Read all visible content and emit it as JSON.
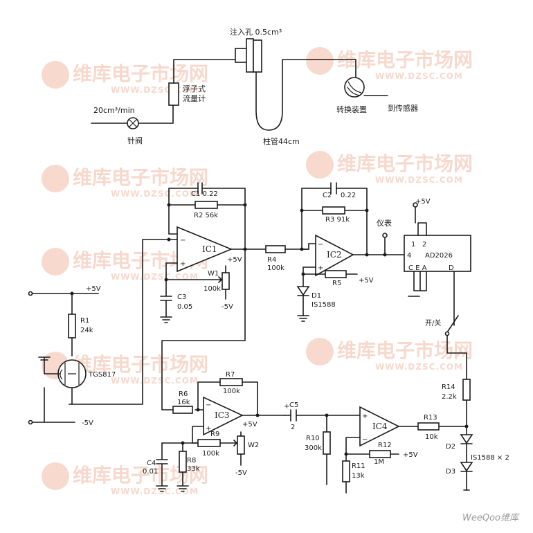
{
  "watermark": {
    "text": "维库电子市场网",
    "url": "WWW.DZSC.COM"
  },
  "brand": {
    "text": "WeeQoo维库"
  },
  "gas": {
    "inject_port": "注入孔 0.5cm³",
    "flow_meter": "浮子式\n流量计",
    "flow_rate": "20cm³/min",
    "needle_valve": "针阀",
    "column": "柱管44cm",
    "switch_valve": "转换装置",
    "to_sensor": "到传感器"
  },
  "labels": {
    "c1": "C1 0.22",
    "r2": "R2  56k",
    "ic1": "IC1",
    "r4": "R4",
    "r4v": "100k",
    "w1": "W1",
    "w1v": "100k",
    "plus5_w1": "+5V",
    "minus5_w1": "-5V",
    "c3": "C3",
    "c3v": "0.05",
    "c2": "C2",
    "c2v": "0.22",
    "r3": "R3  91k",
    "ic2": "IC2",
    "r5": "R5",
    "plus5_r5": "+5V",
    "d1": "D1",
    "d1v": "IS1588",
    "meter": "仪表",
    "plus5_top": "+5V",
    "ad_pin1": "1",
    "ad_pin2": "2",
    "ad_pin4": "4",
    "ad_name": "AD2026",
    "ad_pins": "C E A",
    "ad_pin_d": "D",
    "switch": "开/关",
    "plus5_left": "+5V",
    "minus5_left": "-5V",
    "r1": "R1",
    "r1v": "24k",
    "tgs": "TGS817",
    "r6": "R6",
    "r6v": "16k",
    "r7": "R7",
    "r7v": "100k",
    "ic3": "IC3",
    "plus5_ic3": "+5V",
    "r9": "R9",
    "r9v": "100k",
    "w2": "W2",
    "minus5_w2": "-5V",
    "c4": "C4",
    "c4v": "0.01",
    "r8": "R8",
    "r8v": "33k",
    "c5": "C5",
    "c5v": "2",
    "plus_c5": "+",
    "r10": "R10",
    "r10v": "300k",
    "ic4": "IC4",
    "r13": "R13",
    "r13v": "10k",
    "r12": "R12",
    "r12v": "1M",
    "plus5_r12": "+5V",
    "r11": "R11",
    "r11v": "13k",
    "r14": "R14",
    "r14v": "2.2k",
    "d2": "D2",
    "d3": "D3",
    "d23v": "IS1588 × 2"
  }
}
